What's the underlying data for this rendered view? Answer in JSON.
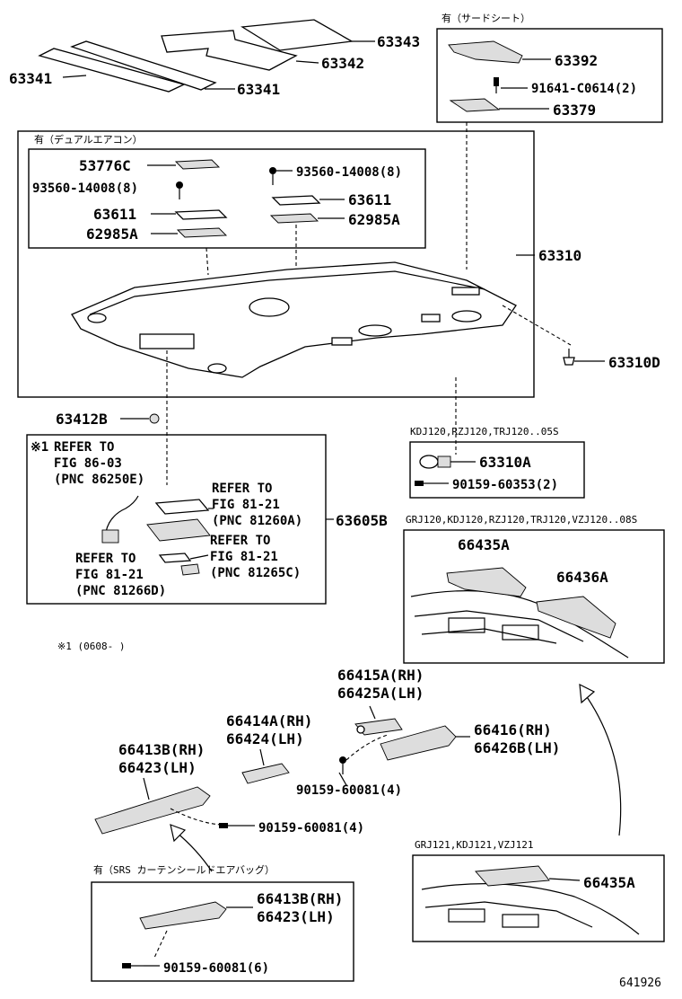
{
  "diagram_id": "641926",
  "callouts": {
    "p63343": "63343",
    "p63342": "63342",
    "p63341a": "63341",
    "p63341b": "63341",
    "p63392": "63392",
    "p91641": "91641-C0614(2)",
    "p63379": "63379",
    "p53776c": "53776C",
    "p93560a": "93560-14008(8)",
    "p93560b": "93560-14008(8)",
    "p63611a": "63611",
    "p63611b": "63611",
    "p62985a1": "62985A",
    "p62985a2": "62985A",
    "p63310": "63310",
    "p63310d": "63310D",
    "p63412b": "63412B",
    "p63310a": "63310A",
    "p90159_60353": "90159-60353(2)",
    "p63605b": "63605B",
    "p66435a": "66435A",
    "p66436a": "66436A",
    "p66415a": "66415A(RH)",
    "p66425a": "66425A(LH)",
    "p66414a": "66414A(RH)",
    "p66424": "66424(LH)",
    "p66416": "66416(RH)",
    "p66426b": "66426B(LH)",
    "p66413b": "66413B(RH)",
    "p66423": "66423(LH)",
    "p90159_60081a": "90159-60081(4)",
    "p90159_60081b": "90159-60081(4)",
    "p66435a_b": "66435A",
    "p66413b_b": "66413B(RH)",
    "p66423_b": "66423(LH)",
    "p90159_60081c": "90159-60081(6)"
  },
  "box_headers": {
    "third_seat": "有（サードシート）",
    "dual_aircon": "有（デュアルエアコン）",
    "kdj_box": "KDJ120,RZJ120,TRJ120..05S",
    "grj_box": "GRJ120,KDJ120,RZJ120,TRJ120,VZJ120..08S",
    "grj121_box": "GRJ121,KDJ121,VZJ121",
    "srs_box": "有（SRS カーテンシールドエアバッグ）"
  },
  "refer_box": {
    "mark": "※1",
    "r1_line1": "REFER TO",
    "r1_line2": "FIG 86-03",
    "r1_line3": "(PNC 86250E)",
    "r2_line1": "REFER TO",
    "r2_line2": "FIG 81-21",
    "r2_line3": "(PNC 81260A)",
    "r3_line1": "REFER TO",
    "r3_line2": "FIG 81-21",
    "r3_line3": "(PNC 81265C)",
    "r4_line1": "REFER TO",
    "r4_line2": "FIG 81-21",
    "r4_line3": "(PNC 81266D)"
  },
  "footnote": "※1 (0608-    )"
}
